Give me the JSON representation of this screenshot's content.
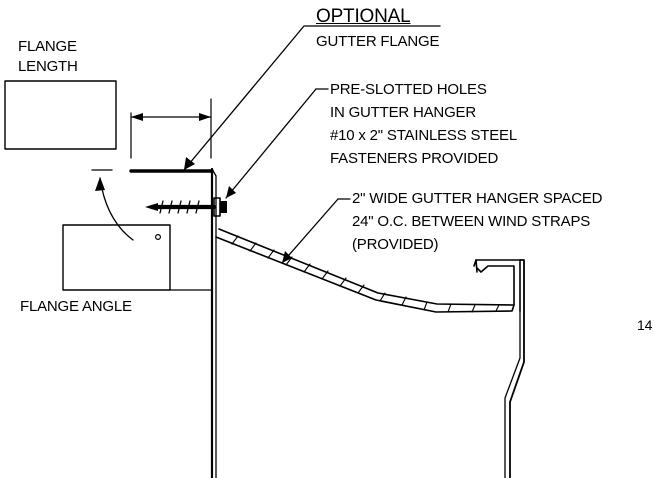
{
  "labels": {
    "optional": "OPTIONAL",
    "gutter_flange": "GUTTER FLANGE",
    "flange_length_1": "FLANGE",
    "flange_length_2": "LENGTH",
    "holes_1": "PRE-SLOTTED HOLES",
    "holes_2": "IN GUTTER HANGER",
    "holes_3": "#10 x 2\" STAINLESS STEEL",
    "holes_4": "FASTENERS PROVIDED",
    "hanger_1": "2\" WIDE GUTTER HANGER SPACED",
    "hanger_2": "24\" O.C. BETWEEN WIND STRAPS",
    "hanger_3": "(PROVIDED)",
    "flange_angle": "FLANGE ANGLE",
    "page_number_fragment": "14"
  },
  "colors": {
    "ink": "#000000",
    "paper": "#ffffff"
  }
}
